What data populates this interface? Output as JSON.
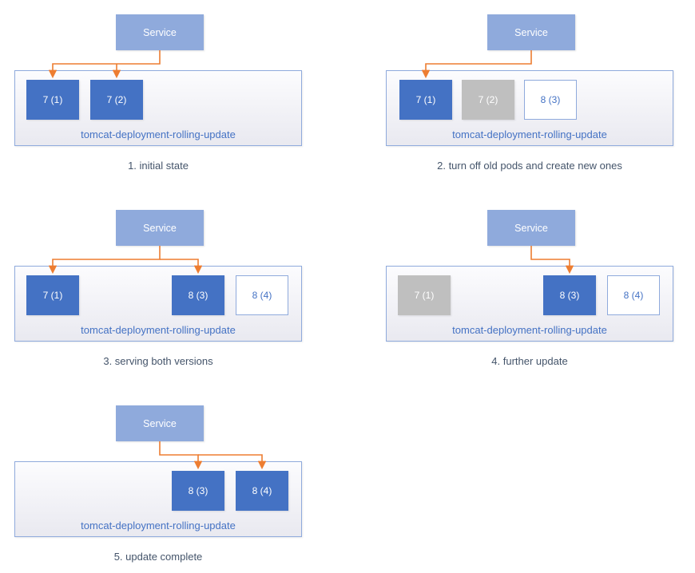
{
  "colors": {
    "service_fill": "#8faadc",
    "pod_active_fill": "#4472c4",
    "pod_off_fill": "#bfbfbf",
    "pod_new_border": "#8faadc",
    "arrow": "#ed7d31",
    "deployment_border": "#8faadc",
    "deployment_label_text": "#4472c4",
    "caption_text": "#44546a"
  },
  "panels": [
    {
      "caption": "1. initial state",
      "service_label": "Service",
      "deployment_label": "tomcat-deployment-rolling-update",
      "pods": [
        {
          "label": "7 (1)",
          "state": "active"
        },
        {
          "label": "7 (2)",
          "state": "active"
        }
      ],
      "service_routes_to": [
        "7 (1)",
        "7 (2)"
      ]
    },
    {
      "caption": "2. turn off old pods and create new ones",
      "service_label": "Service",
      "deployment_label": "tomcat-deployment-rolling-update",
      "pods": [
        {
          "label": "7 (1)",
          "state": "active"
        },
        {
          "label": "7 (2)",
          "state": "off"
        },
        {
          "label": "8 (3)",
          "state": "new"
        }
      ],
      "service_routes_to": [
        "7 (1)"
      ]
    },
    {
      "caption": "3. serving both versions",
      "service_label": "Service",
      "deployment_label": "tomcat-deployment-rolling-update",
      "pods": [
        {
          "label": "7 (1)",
          "state": "active"
        },
        {
          "label": "8 (3)",
          "state": "active"
        },
        {
          "label": "8 (4)",
          "state": "new"
        }
      ],
      "service_routes_to": [
        "7 (1)",
        "8 (3)"
      ]
    },
    {
      "caption": "4. further update",
      "service_label": "Service",
      "deployment_label": "tomcat-deployment-rolling-update",
      "pods": [
        {
          "label": "7 (1)",
          "state": "off"
        },
        {
          "label": "8 (3)",
          "state": "active"
        },
        {
          "label": "8 (4)",
          "state": "new"
        }
      ],
      "service_routes_to": [
        "8 (3)"
      ]
    },
    {
      "caption": "5. update complete",
      "service_label": "Service",
      "deployment_label": "tomcat-deployment-rolling-update",
      "pods": [
        {
          "label": "8 (3)",
          "state": "active"
        },
        {
          "label": "8 (4)",
          "state": "active"
        }
      ],
      "service_routes_to": [
        "8 (3)",
        "8 (4)"
      ]
    }
  ]
}
